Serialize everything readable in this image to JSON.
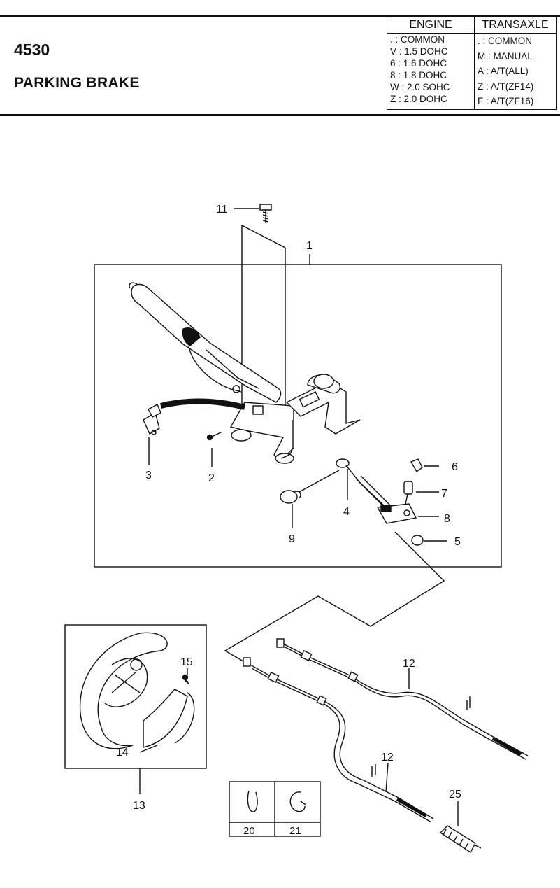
{
  "header": {
    "code": "4530",
    "title": "PARKING BRAKE"
  },
  "legend": {
    "engine_header": "ENGINE",
    "transaxle_header": "TRANSAXLE",
    "engine": [
      " .  : COMMON",
      "V : 1.5 DOHC",
      "6 : 1.6 DOHC",
      "8 : 1.8 DOHC",
      "W : 2.0 SOHC",
      "Z : 2.0 DOHC"
    ],
    "transaxle": [
      " .  : COMMON",
      "M : MANUAL",
      "A : A/T(ALL)",
      "Z : A/T(ZF14)",
      "F : A/T(ZF16)"
    ]
  },
  "callouts": {
    "c1": "1",
    "c2": "2",
    "c3": "3",
    "c4": "4",
    "c5": "5",
    "c6": "6",
    "c7": "7",
    "c8": "8",
    "c9": "9",
    "c11": "11",
    "c12a": "12",
    "c12b": "12",
    "c13": "13",
    "c14": "14",
    "c15": "15",
    "c25": "25"
  },
  "clip_table": {
    "labels": [
      "20",
      "21"
    ]
  }
}
